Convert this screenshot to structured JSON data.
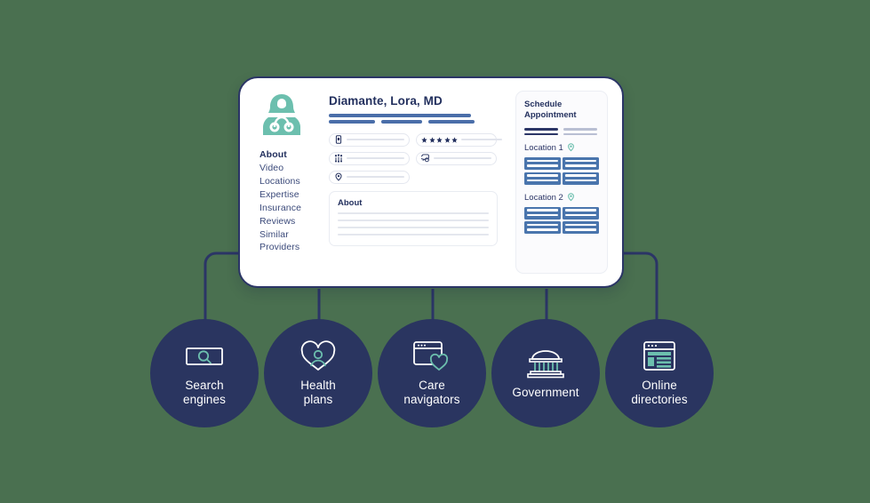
{
  "background_color": "#4a7050",
  "theme": {
    "navy": "#2b3566",
    "circle_navy": "#2a3560",
    "teal": "#6cbfae",
    "blue_bar": "#4a6ea9",
    "slot_blue": "#4a75ad",
    "card_bg": "#ffffff"
  },
  "card": {
    "avatar_icon": "female-doctor-icon",
    "doctor_name": "Diamante, Lora, MD",
    "nav": {
      "items": [
        {
          "label": "About",
          "active": true
        },
        {
          "label": "Video",
          "active": false
        },
        {
          "label": "Locations",
          "active": false
        },
        {
          "label": "Expertise",
          "active": false
        },
        {
          "label": "Insurance",
          "active": false
        },
        {
          "label": "Reviews",
          "active": false
        },
        {
          "label": "Similar",
          "active": false
        },
        {
          "label": "Providers",
          "active": false
        }
      ]
    },
    "pills": [
      {
        "icon": "mobile-phone-icon"
      },
      {
        "icon": "star-rating-icon",
        "stars": 5
      },
      {
        "icon": "stethoscope-people-icon"
      },
      {
        "icon": "chat-bubble-icon"
      },
      {
        "icon": "location-pin-icon"
      }
    ],
    "about": {
      "title": "About",
      "placeholder_lines": 4
    },
    "schedule": {
      "title": "Schedule Appointment",
      "locations": [
        {
          "label": "Location 1",
          "pin_icon": "location-pin-icon",
          "slots": 4
        },
        {
          "label": "Location 2",
          "pin_icon": "location-pin-icon",
          "slots": 4
        }
      ]
    }
  },
  "channels": [
    {
      "icon": "search-box-icon",
      "label_line1": "Search",
      "label_line2": "engines"
    },
    {
      "icon": "heart-person-icon",
      "label_line1": "Health",
      "label_line2": "plans"
    },
    {
      "icon": "browser-heart-icon",
      "label_line1": "Care",
      "label_line2": "navigators"
    },
    {
      "icon": "government-building-icon",
      "label_line1": "Government",
      "label_line2": ""
    },
    {
      "icon": "browser-directory-icon",
      "label_line1": "Online",
      "label_line2": "directories"
    }
  ]
}
